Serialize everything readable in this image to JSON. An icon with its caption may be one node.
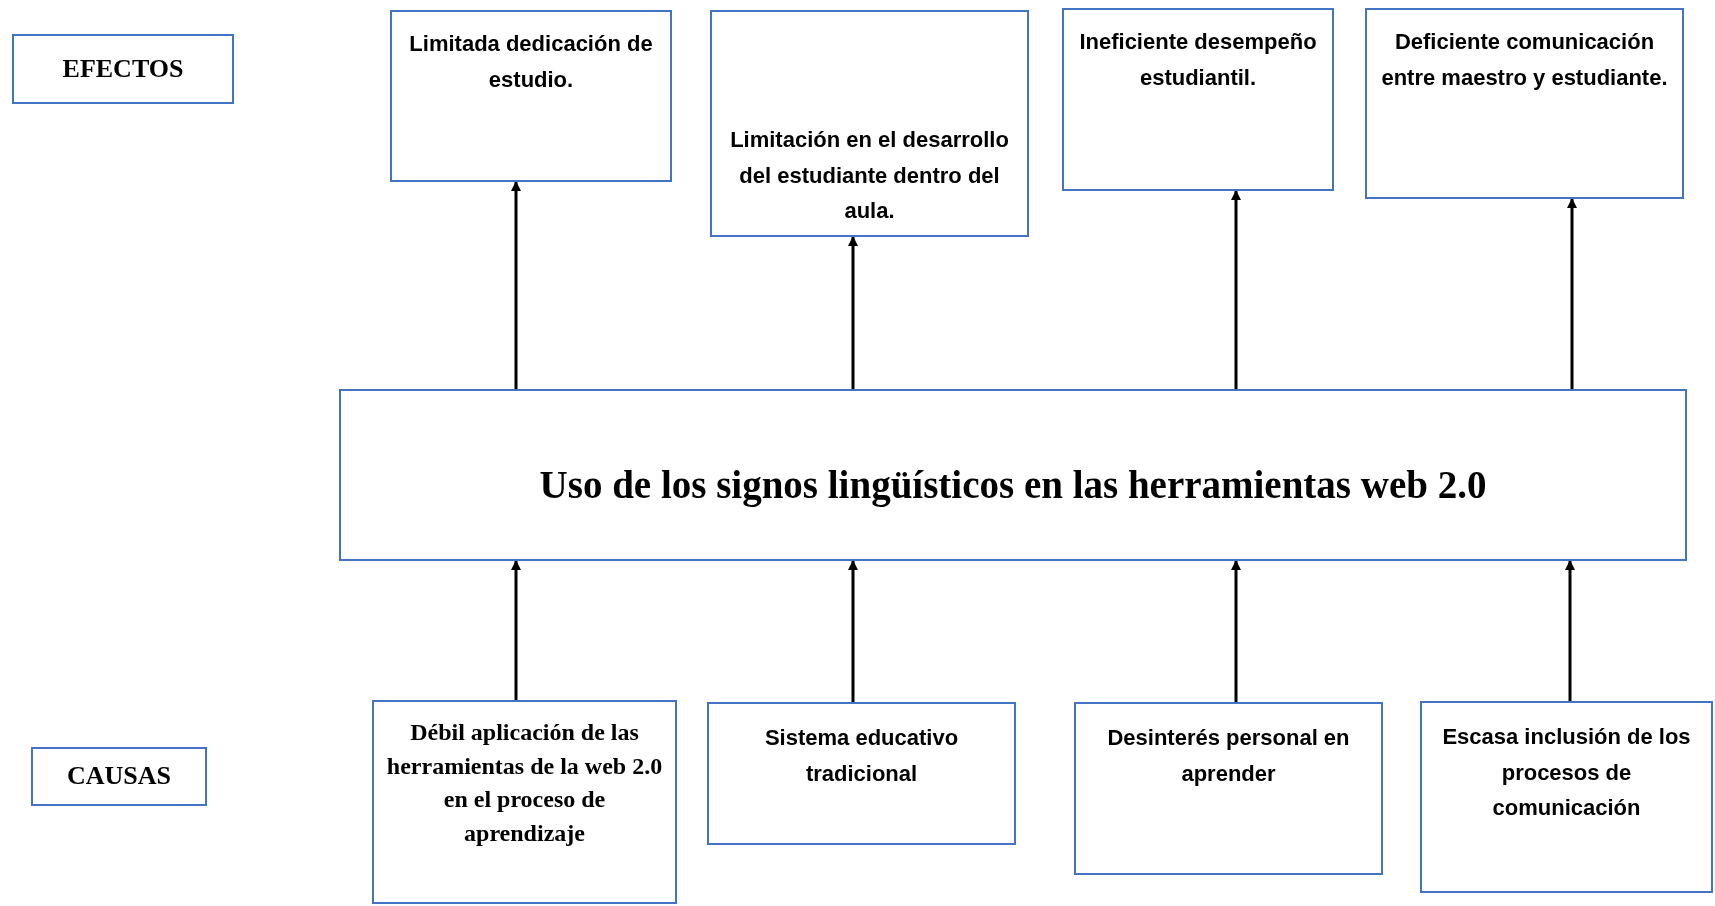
{
  "diagram": {
    "nodes": [
      {
        "text": [
          "EFECTOS"
        ]
      },
      {
        "text": [
          "Limitada dedicación de estudio."
        ]
      },
      {
        "text": [
          "Limitación en el desarrollo del estudiante dentro del aula."
        ]
      },
      {
        "text": [
          "Ineficiente desempeño estudiantil."
        ]
      },
      {
        "text": [
          "Deficiente comunicación entre maestro y estudiante."
        ]
      },
      {
        "text": [
          "Uso de los signos lingüísticos en las herramientas web 2.0"
        ]
      },
      {
        "text": [
          "CAUSAS"
        ]
      },
      {
        "text": [
          "Débil aplicación de las herramientas de la web 2.0 en el proceso de aprendizaje"
        ]
      },
      {
        "text": [
          "Sistema educativo tradicional"
        ]
      },
      {
        "text": [
          "Desinterés personal en aprender"
        ]
      },
      {
        "text": [
          "Escasa inclusión de los procesos de comunicación"
        ]
      }
    ],
    "edges": [
      {
        "from": 5,
        "to": 1,
        "arrow": "to"
      },
      {
        "from": 5,
        "to": 2,
        "arrow": "to"
      },
      {
        "from": 5,
        "to": 3,
        "arrow": "to"
      },
      {
        "from": 5,
        "to": 4,
        "arrow": "to"
      },
      {
        "from": 7,
        "to": 5,
        "arrow": "to"
      },
      {
        "from": 8,
        "to": 5,
        "arrow": "to"
      },
      {
        "from": 9,
        "to": 5,
        "arrow": "to"
      },
      {
        "from": 10,
        "to": 5,
        "arrow": "to"
      }
    ]
  }
}
